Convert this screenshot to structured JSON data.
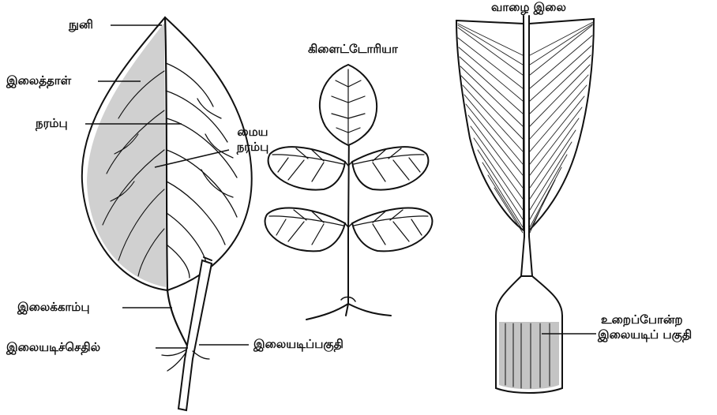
{
  "labels": {
    "tip": "நுனி",
    "lamina": "இலைத்தாள்",
    "vein": "நரம்பு",
    "midrib_line1": "மைய",
    "midrib_line2": "நரம்பு",
    "petiole": "இலைக்காம்பு",
    "stipule": "இலையடிச்செதில்",
    "leaf_base": "இலையடிப்பகுதி",
    "clitoria_title": "கிளைட்டோரியா",
    "banana_title": "வாழை இலை",
    "sheath_line1": "உறைப்போன்ற",
    "sheath_line2": "இலையடிப் பகுதி"
  },
  "colors": {
    "ink": "#111111",
    "paper": "#ffffff",
    "stipple": "#333333"
  }
}
